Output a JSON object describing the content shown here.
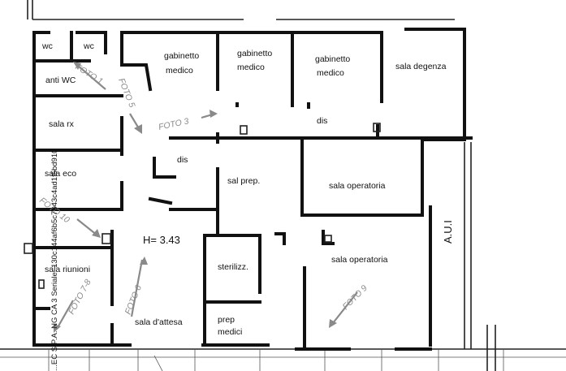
{
  "rooms": {
    "wc1": "wc",
    "wc2": "wc",
    "anti_wc": "anti WC",
    "gabinetto1_l1": "gabinetto",
    "gabinetto1_l2": "medico",
    "gabinetto2_l1": "gabinetto",
    "gabinetto2_l2": "medico",
    "gabinetto3_l1": "gabinetto",
    "gabinetto3_l2": "medico",
    "sala_degenza": "sala degenza",
    "sala_rx": "sala rx",
    "sala_eco": "sala eco",
    "dis_top": "dis",
    "dis_mid": "dis",
    "sal_prep": "sal prep.",
    "sala_operatoria_1": "sala operatoria",
    "sala_operatoria_2": "sala operatoria",
    "sterilizz": "sterilizz.",
    "sala_riunioni": "sala riunioni",
    "sala_attesa": "sala d'attesa",
    "prep_medici_l1": "prep",
    "prep_medici_l2": "medici",
    "aui": "A.U.I"
  },
  "height_label": "H= 3.43",
  "photos": {
    "foto1": "FOTO 1",
    "foto3": "FOTO 3",
    "foto5": "FOTO 5",
    "foto6": "FOTO 6",
    "foto7_8": "FOTO 7-8",
    "foto9": "FOTO 9",
    "foto10": "FOTO 10"
  },
  "watermark": "...EC S.P.A. NG CA 3 Seriale: 130c144af6b5c7643c4ad1f5bd910"
}
